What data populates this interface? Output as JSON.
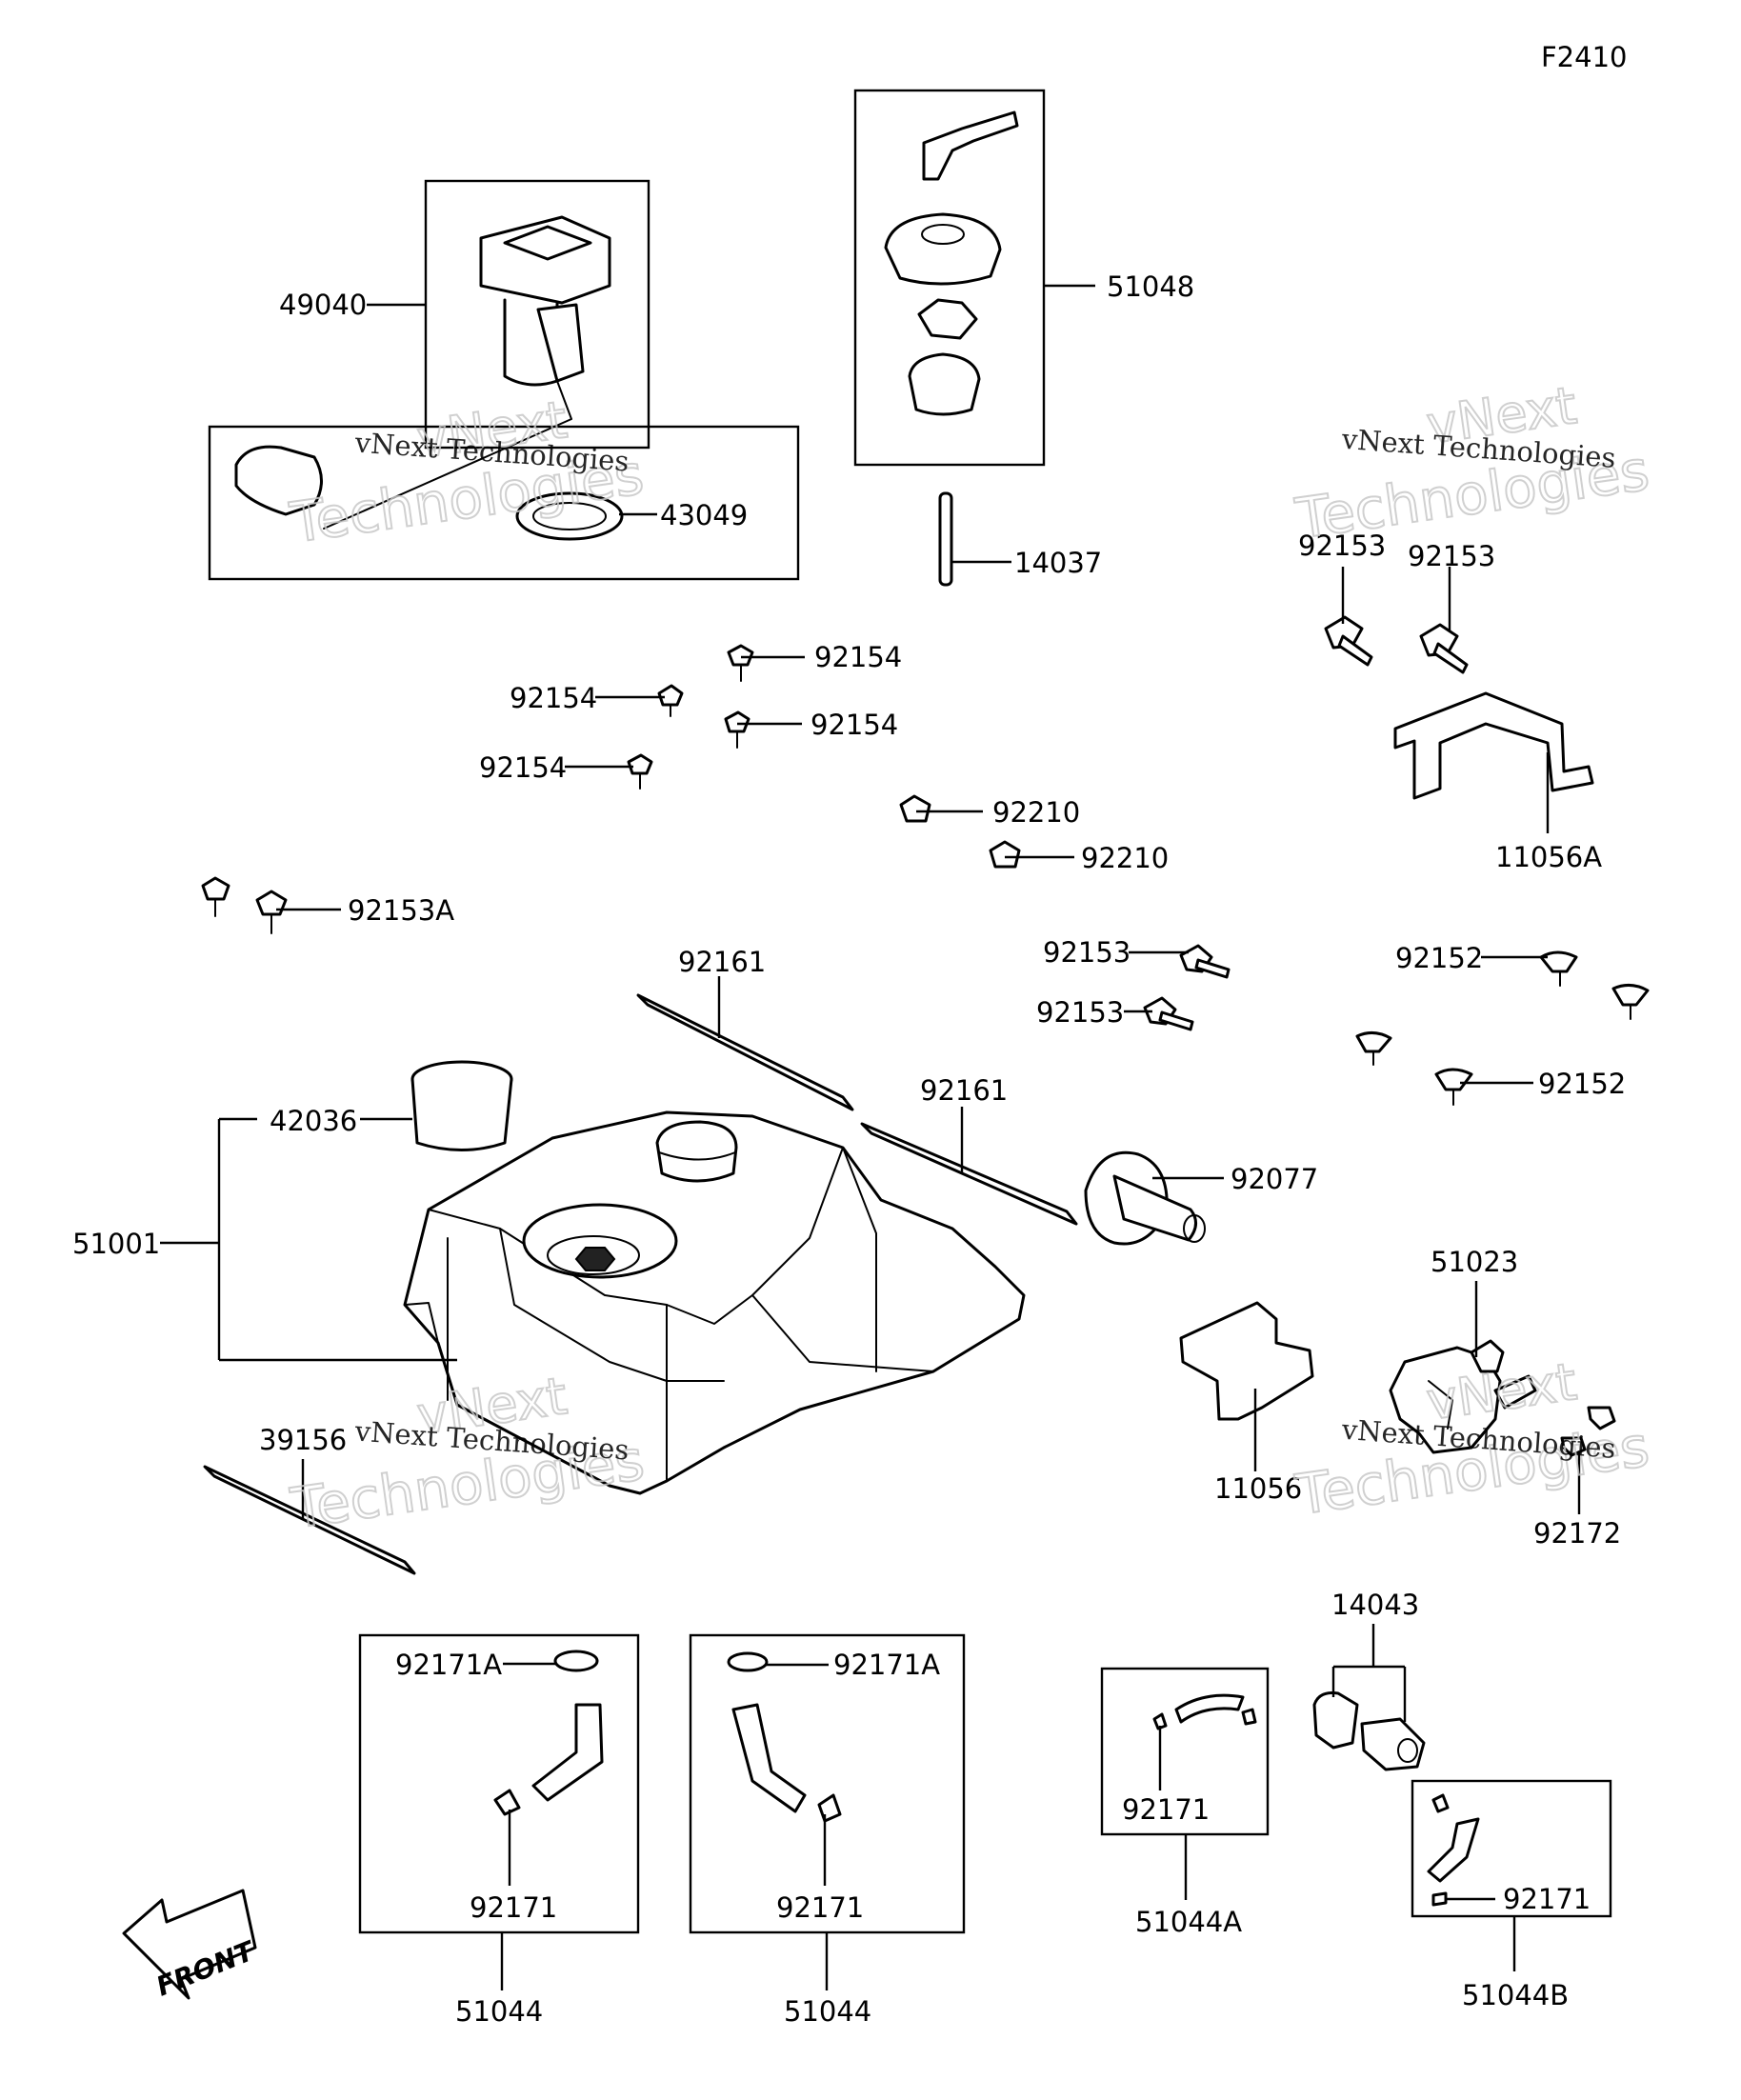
{
  "figure_code": "F2410",
  "watermark": {
    "line1": "vNext",
    "line2": "Technologies",
    "full": "vNext Technologies"
  },
  "front_label": "FRONT",
  "callouts": {
    "c49040": "49040",
    "c43049": "43049",
    "c51048": "51048",
    "c14037": "14037",
    "c92153_a": "92153",
    "c92153_b": "92153",
    "c11056A": "11056A",
    "c92154_a": "92154",
    "c92154_b": "92154",
    "c92154_c": "92154",
    "c92154_d": "92154",
    "c92210_a": "92210",
    "c92210_b": "92210",
    "c92153A": "92153A",
    "c92161_a": "92161",
    "c92161_b": "92161",
    "c92153_c": "92153",
    "c92153_d": "92153",
    "c92152_a": "92152",
    "c92152_b": "92152",
    "c42036": "42036",
    "c51001": "51001",
    "c92077": "92077",
    "c51023": "51023",
    "c11056": "11056",
    "c39156": "39156",
    "c92172": "92172",
    "c14043": "14043",
    "c92171A_a": "92171A",
    "c92171A_b": "92171A",
    "c92171_a": "92171",
    "c92171_b": "92171",
    "c92171_c": "92171",
    "c92171_d": "92171",
    "c51044_a": "51044",
    "c51044_b": "51044",
    "c51044A": "51044A",
    "c51044B": "51044B"
  }
}
